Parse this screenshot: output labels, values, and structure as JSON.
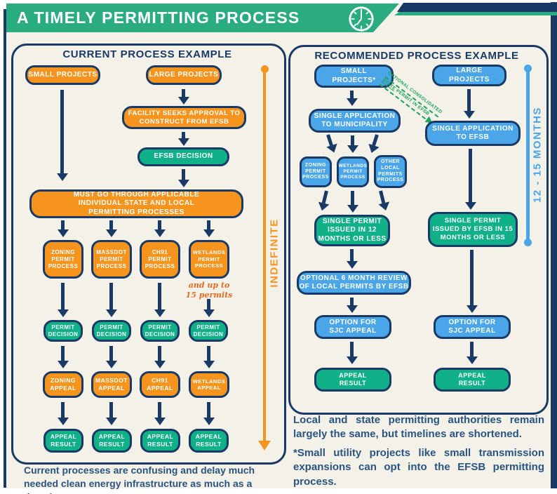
{
  "header": {
    "title": "A TIMELY PERMITTING PROCESS",
    "icon": "clock-icon"
  },
  "colors": {
    "banner_green": "#2BAC80",
    "box_green": "#10B189",
    "orange": "#F7941E",
    "blue": "#4AA5E9",
    "navy": "#1A3A66",
    "cream": "#F3F1E8",
    "note_green": "#1CA35C",
    "note_orange": "#E86A25"
  },
  "current": {
    "title": "CURRENT PROCESS EXAMPLE",
    "timeline_label": "INDEFINITE",
    "nodes": {
      "small": "SMALL PROJECTS",
      "large": "LARGE PROJECTS",
      "facility": "FACILITY SEEKS APPROVAL TO\nCONSTRUCT FROM EFSB",
      "efsb_decision": "EFSB DECISION",
      "must_go": "MUST GO THROUGH APPLICABLE\nINDIVIDUAL STATE AND LOCAL\nPERMITTING PROCESSES",
      "zoning_process": "ZONING\nPERMIT\nPROCESS",
      "massdot_process": "MASSDOT\nPERMIT\nPROCESS",
      "ch91_process": "CH91\nPERMIT\nPROCESS",
      "wetlands_process": "WETLANDS\nPERMIT\nPROCESS",
      "permit_decision": "PERMIT\nDECISION",
      "zoning_appeal": "ZONING\nAPPEAL",
      "massdot_appeal": "MASSDOT\nAPPEAL",
      "ch91_appeal": "CH91\nAPPEAL",
      "wetlands_appeal": "WETLANDS\nAPPEAL",
      "appeal_result": "APPEAL\nRESULT"
    },
    "permits_note": "and up to\n15 permits",
    "caption": "Current processes are confusing and delay much needed clean energy infrastructure as much as a decade."
  },
  "recommended": {
    "title": "RECOMMENDED PROCESS EXAMPLE",
    "timeline_label": "12 - 15 MONTHS",
    "consolidated_note": {
      "line1": "OPTIONAL CONSOLIDATED",
      "underlined": "STATE",
      "line2_rest": " PERMIT IN EFSB"
    },
    "nodes": {
      "small": "SMALL\nPROJECTS*",
      "large": "LARGE\nPROJECTS",
      "municipality": "SINGLE APPLICATION\nTO MUNICIPALITY",
      "efsb_application": "SINGLE APPLICATION\nTO EFSB",
      "zoning_process": "ZONING\nPERMIT\nPROCESS",
      "wetlands_process": "WETLANDS\nPERMIT\nPROCESS",
      "other_process": "OTHER\nLOCAL\nPERMITS\nPROCESS",
      "permit_12": "SINGLE PERMIT\nISSUED IN 12\nMONTHS OR LESS",
      "permit_15": "SINGLE PERMIT\nISSUED BY EFSB IN 15\nMONTHS OR LESS",
      "optional_review": "OPTIONAL 6 MONTH REVIEW\nOF LOCAL PERMITS BY EFSB",
      "sjc_appeal": "OPTION FOR\nSJC APPEAL",
      "appeal_result": "APPEAL\nRESULT"
    },
    "caption1": "Local and state permitting authorities remain largely the same, but timelines are shortened.",
    "caption2": "*Small utility projects like small transmission expansions can opt into the EFSB permitting process."
  }
}
